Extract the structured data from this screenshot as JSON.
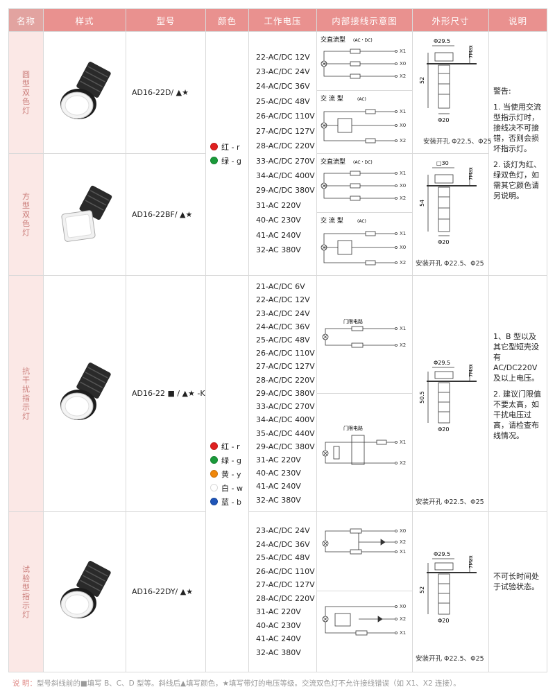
{
  "headers": [
    "名称",
    "样式",
    "型号",
    "颜色",
    "工作电压",
    "内部接线示意图",
    "外形尺寸",
    "说明"
  ],
  "rows": [
    {
      "type_name": "圆型双色灯",
      "model": "AD16-22D/ ▲★",
      "volts": [
        "22-AC/DC 12V",
        "23-AC/DC 24V",
        "24-AC/DC 36V",
        "25-AC/DC 48V",
        "26-AC/DC 110V",
        "27-AC/DC 127V",
        "28-AC/DC 220V",
        "33-AC/DC 270V",
        "34-AC/DC 400V",
        "29-AC/DC 380V",
        "31-AC 220V",
        "40-AC 230V",
        "41-AC 240V",
        "32-AC 380V"
      ],
      "colors": [
        {
          "label": "红 - r",
          "hex": "#e02020"
        },
        {
          "label": "绿 - g",
          "hex": "#1a9a3a"
        }
      ],
      "wire_titles": [
        "交直流型",
        "(AC・DC)",
        "交 流 型",
        "(AC)"
      ],
      "dim_a": "Φ29.5",
      "dim_h": "52",
      "dim_b": "Φ20",
      "hole": "安装开孔 Φ22.5、Φ25",
      "note": [
        "警告:",
        "1. 当使用交流型指示灯时，接线决不可接错，否则会损坏指示灯。",
        "2. 该灯为红、绿双色灯，如需其它颜色请另说明。"
      ]
    },
    {
      "type_name": "方型双色灯",
      "model": "AD16-22BF/ ▲★",
      "wire_titles": [
        "交直流型",
        "(AC・DC)",
        "交 流 型",
        "(AC)"
      ],
      "dim_a": "□30",
      "dim_h": "54",
      "dim_b": "Φ20",
      "hole": "安装开孔 Φ22.5、Φ25"
    },
    {
      "type_name": "抗干扰指示灯",
      "model": "AD16-22 ■ / ▲★ -K",
      "volts": [
        "21-AC/DC 6V",
        "22-AC/DC 12V",
        "23-AC/DC 24V",
        "24-AC/DC 36V",
        "25-AC/DC 48V",
        "26-AC/DC 110V",
        "27-AC/DC 127V",
        "28-AC/DC 220V",
        "29-AC/DC 380V",
        "33-AC/DC 270V",
        "34-AC/DC 400V",
        "35-AC/DC 440V",
        "29-AC/DC 380V",
        "31-AC 220V",
        "40-AC 230V",
        "41-AC 240V",
        "32-AC 380V"
      ],
      "colors": [
        {
          "label": "红 - r",
          "hex": "#e02020"
        },
        {
          "label": "绿 - g",
          "hex": "#1a9a3a"
        },
        {
          "label": "黄 - y",
          "hex": "#f0870a"
        },
        {
          "label": "白 - w",
          "hex": "#ffffff"
        },
        {
          "label": "蓝 - b",
          "hex": "#1f55b8"
        }
      ],
      "wire_titles": [
        "门限电路",
        "门限电路"
      ],
      "dim_a": "Φ29.5",
      "dim_h": "50.5",
      "dim_b": "Φ20",
      "hole": "安装开孔 Φ22.5、Φ25",
      "note": [
        "1、B 型以及其它型短壳没有 AC/DC220V 及以上电压。",
        "2. 建议门限值不要太高，如干扰电压过高，请检查布线情况。"
      ]
    },
    {
      "type_name": "试验型指示灯",
      "model": "AD16-22DY/ ▲★",
      "volts": [
        "23-AC/DC 24V",
        "24-AC/DC 36V",
        "25-AC/DC 48V",
        "26-AC/DC 110V",
        "27-AC/DC 127V",
        "28-AC/DC 220V",
        "31-AC 220V",
        "40-AC 230V",
        "41-AC 240V",
        "32-AC 380V"
      ],
      "dim_a": "Φ29.5",
      "dim_h": "52",
      "dim_b": "Φ20",
      "hole": "安装开孔 Φ22.5、Φ25",
      "note": [
        "不可长时间处于试验状态。"
      ]
    }
  ],
  "footnote_label": "说 明：",
  "footnote_text": "型号斜线前的■填写 B、C、D 型等。斜线后▲填写颜色，★填写带灯的电压等级。交流双色灯不允许接线错误（如 X1、X2 连接）。"
}
